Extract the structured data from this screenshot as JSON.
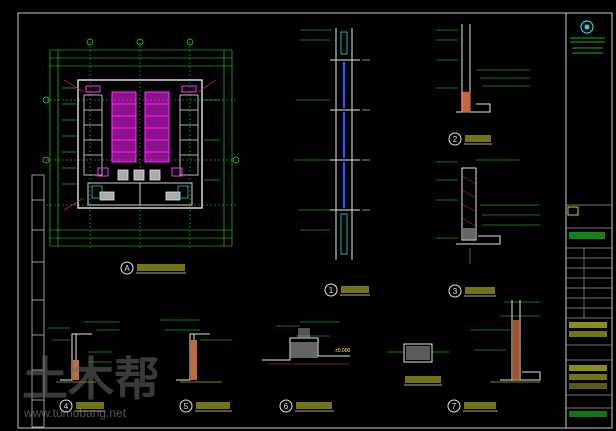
{
  "colors": {
    "background": "#000000",
    "frame": "#c8c8c8",
    "cad_white": "#e6e6e6",
    "cad_green": "#22ee22",
    "cad_magenta": "#ff22ff",
    "cad_yellow": "#ffff33",
    "cad_cyan": "#22dddd",
    "cad_red": "#ff3333",
    "cad_blue": "#3355ff",
    "watermark": "#6b6b6b"
  },
  "watermark": {
    "brand_text": "土木帮",
    "url_text": "www.tumubang.net"
  },
  "detail_marks": {
    "plan": "A",
    "d1": "1",
    "d2": "2",
    "d3": "3",
    "d4": "4",
    "d5": "5",
    "d6": "6",
    "d7": "7"
  },
  "elevation_marker": "±0.000",
  "icons": {
    "title_logo": "emblem-icon"
  }
}
